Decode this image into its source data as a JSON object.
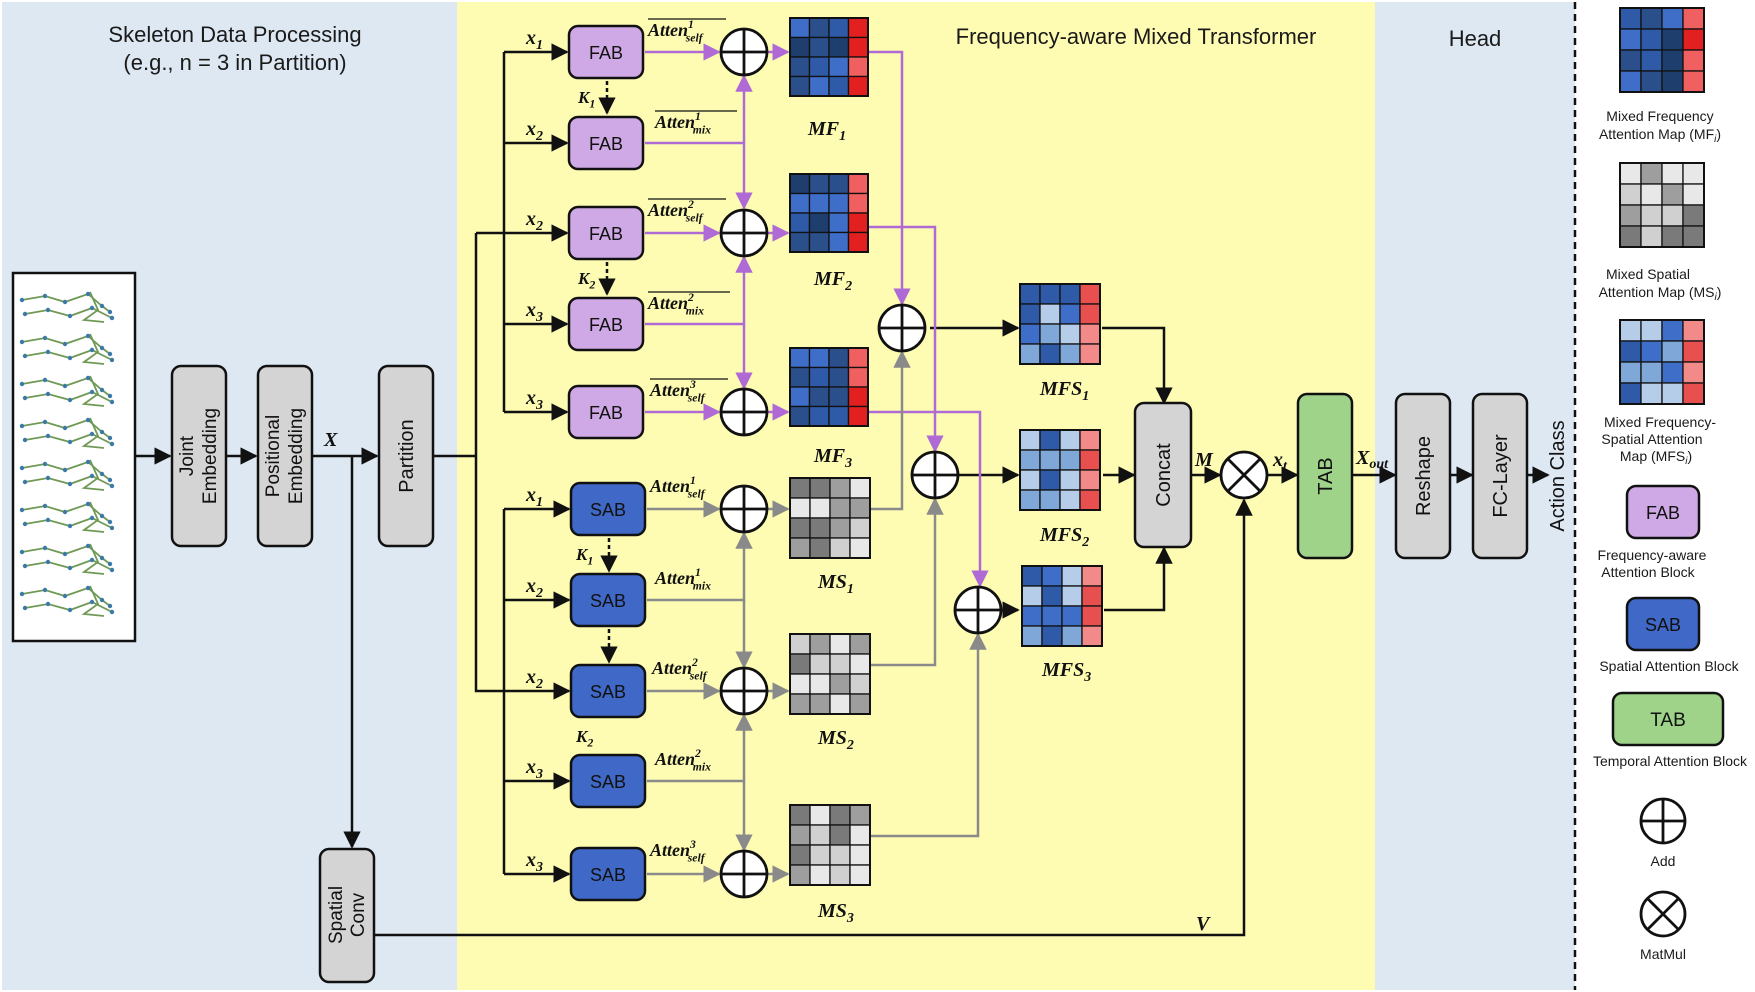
{
  "sections": {
    "skeleton_title_line1": "Skeleton Data Processing",
    "skeleton_title_line2": "(e.g., n = 3 in Partition)",
    "transformer_title": "Frequency-aware Mixed Transformer",
    "head_title": "Head"
  },
  "blocks": {
    "joint_embedding_1": "Joint",
    "joint_embedding_2": "Embedding",
    "positional_embedding_1": "Positional",
    "positional_embedding_2": "Embedding",
    "partition": "Partition",
    "spatial_conv_1": "Spatial",
    "spatial_conv_2": "Conv",
    "fab": "FAB",
    "sab": "SAB",
    "concat": "Concat",
    "tab": "TAB",
    "reshape": "Reshape",
    "fc_layer": "FC-Layer",
    "action_class": "Action Class"
  },
  "symbols": {
    "X": "X",
    "V": "V",
    "M": "M",
    "x_t": "x",
    "x_t_sub": "t",
    "X_out": "X",
    "X_out_sub": "out",
    "x1": "x",
    "x1_sub": "1",
    "x2": "x",
    "x2_sub": "2",
    "x3": "x",
    "x3_sub": "3",
    "K1": "K",
    "K1_sub": "1",
    "K2": "K",
    "K2_sub": "2",
    "atten": "Atten",
    "self": "self",
    "mix": "mix",
    "MF": "MF",
    "MS": "MS",
    "MFS": "MFS",
    "sub1": "1",
    "sub2": "2",
    "sub3": "3"
  },
  "legend": {
    "mf_line1": "Mixed Frequency",
    "mf_line2": "Attention Map (MF",
    "ms_line1": "Mixed Spatial",
    "ms_line2": "Attention Map (MS",
    "mfs_line1": "Mixed Frequency-",
    "mfs_line2": "Spatial Attention",
    "mfs_line3": "Map  (MFS",
    "sub_i": "i",
    "close_paren": ")",
    "fab_line1": "Frequency-aware",
    "fab_line2": "Attention Block",
    "sab_line1": "Spatial Attention Block",
    "tab_line1": "Temporal Attention Block",
    "add": "Add",
    "matmul": "MatMul"
  },
  "colors": {
    "skeleton_bg": "#dde8f3",
    "transformer_bg": "#fdfcb2",
    "fab": "#cfa9e6",
    "sab": "#3f68c7",
    "tab": "#9fd38a",
    "gray_block": "#d4d4d4",
    "purple_arrow": "#b06ad6",
    "gray_arrow": "#8a8a8a"
  }
}
